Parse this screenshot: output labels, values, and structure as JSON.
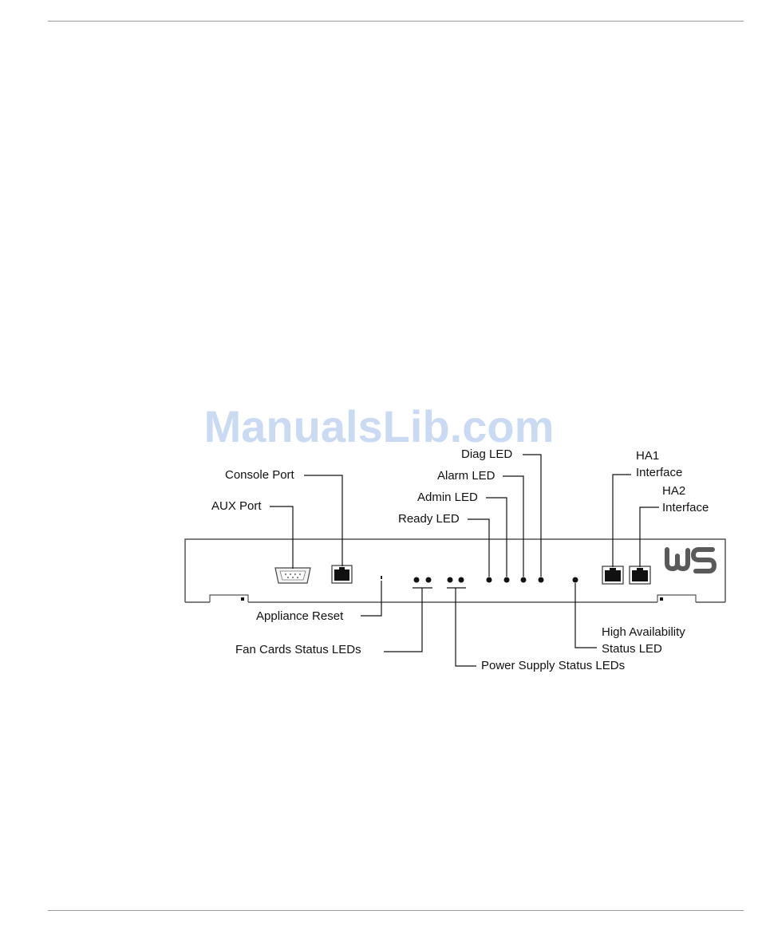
{
  "watermark": "ManualsLib.com",
  "labels": {
    "console_port": "Console Port",
    "aux_port": "AUX Port",
    "diag_led": "Diag LED",
    "alarm_led": "Alarm LED",
    "admin_led": "Admin LED",
    "ready_led": "Ready LED",
    "ha1_line1": "HA1",
    "ha1_line2": "Interface",
    "ha2_line1": "HA2",
    "ha2_line2": "Interface",
    "appliance_reset": "Appliance Reset",
    "fan_cards_leds": "Fan Cards Status LEDs",
    "power_supply_leds": "Power Supply Status LEDs",
    "ha_status_line1": "High Availability",
    "ha_status_line2": "Status LED"
  },
  "icons": {
    "logo": "ws-logo"
  },
  "colors": {
    "watermark": "#c9daf2",
    "line": "#111111",
    "panel_border": "#555555"
  }
}
